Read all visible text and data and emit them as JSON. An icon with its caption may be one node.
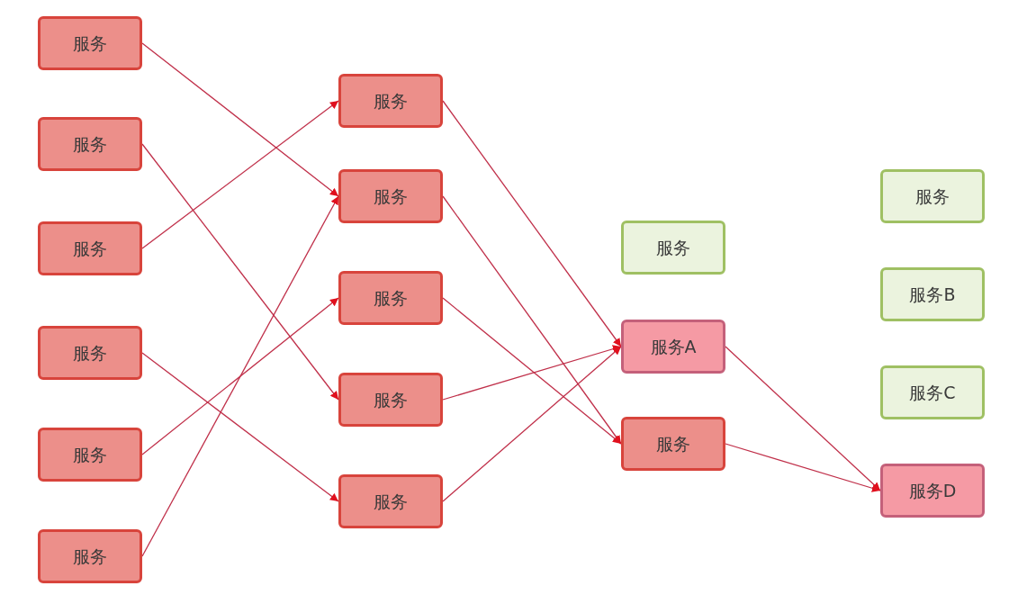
{
  "diagram": {
    "nodes": [
      {
        "text": [
          "服务"
        ]
      },
      {
        "text": [
          "服务"
        ]
      },
      {
        "text": [
          "服务"
        ]
      },
      {
        "text": [
          "服务"
        ]
      },
      {
        "text": [
          "服务"
        ]
      },
      {
        "text": [
          "服务"
        ]
      },
      {
        "text": [
          "服务"
        ]
      },
      {
        "text": [
          "服务"
        ]
      },
      {
        "text": [
          "服务"
        ]
      },
      {
        "text": [
          "服务"
        ]
      },
      {
        "text": [
          "服务"
        ]
      },
      {
        "text": [
          "服务"
        ]
      },
      {
        "text": [
          "服务A"
        ]
      },
      {
        "text": [
          "服务"
        ]
      },
      {
        "text": [
          "服务"
        ]
      },
      {
        "text": [
          "服务B"
        ]
      },
      {
        "text": [
          "服务C"
        ]
      },
      {
        "text": [
          "服务D"
        ]
      }
    ],
    "edges": [
      {
        "from": 0,
        "to": 7,
        "arrow": "to"
      },
      {
        "from": 1,
        "to": 9,
        "arrow": "to"
      },
      {
        "from": 2,
        "to": 6,
        "arrow": "to"
      },
      {
        "from": 3,
        "to": 10,
        "arrow": "to"
      },
      {
        "from": 4,
        "to": 8,
        "arrow": "to"
      },
      {
        "from": 5,
        "to": 7,
        "arrow": "to"
      },
      {
        "from": 6,
        "to": 12,
        "arrow": "to"
      },
      {
        "from": 7,
        "to": 13,
        "arrow": "to"
      },
      {
        "from": 8,
        "to": 13,
        "arrow": "to"
      },
      {
        "from": 9,
        "to": 12,
        "arrow": "to"
      },
      {
        "from": 10,
        "to": 12,
        "arrow": "to"
      },
      {
        "from": 12,
        "to": 17,
        "arrow": "to"
      },
      {
        "from": 13,
        "to": 17,
        "arrow": "to"
      }
    ]
  }
}
